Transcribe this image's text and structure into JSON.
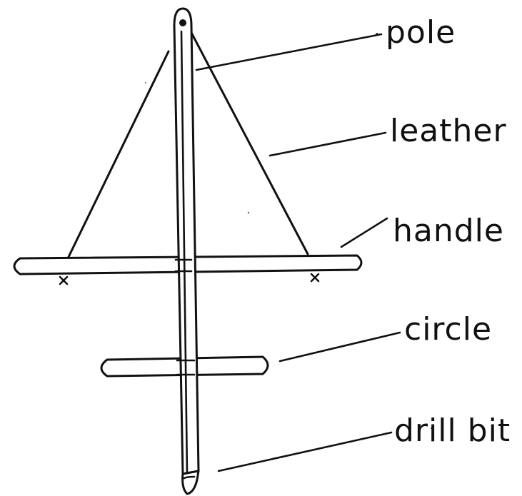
{
  "diagram": {
    "labels": {
      "pole": "pole",
      "leather": "leather",
      "handle": "handle",
      "circle": "circle",
      "drill_bit": "drill bit"
    },
    "ink_color": "#111111",
    "background": "#ffffff"
  }
}
